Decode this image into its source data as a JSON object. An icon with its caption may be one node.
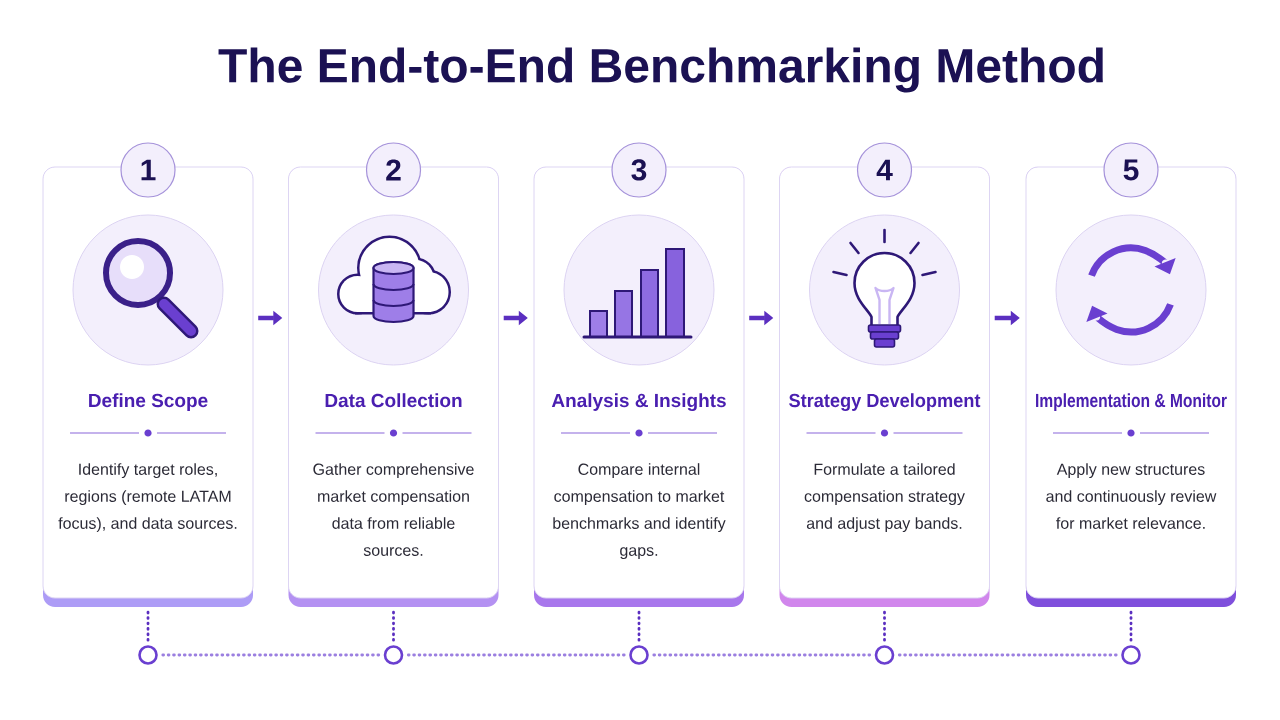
{
  "diagram": {
    "title": "The End-to-End Benchmarking Method",
    "nodes": [
      {
        "text": [
          "Define Scope",
          "Identify target roles, regions (remote LATAM focus), and data sources."
        ]
      },
      {
        "text": [
          "Data Collection",
          "Gather comprehensive market compensation data from reliable sources."
        ]
      },
      {
        "text": [
          "Analysis & Insights",
          "Compare internal compensation to market benchmarks and identify gaps."
        ]
      },
      {
        "text": [
          "Strategy Development",
          "Formulate a tailored compensation strategy and adjust pay bands."
        ]
      },
      {
        "text": [
          "Implementation & Monitor",
          "Apply new structures and continuously review for market relevance."
        ]
      },
      {
        "text": [
          "1"
        ]
      },
      {
        "text": [
          "2"
        ]
      },
      {
        "text": [
          "3"
        ]
      },
      {
        "text": [
          "4"
        ]
      },
      {
        "text": [
          "5"
        ]
      },
      {
        "text": [],
        "shape": "circle"
      },
      {
        "text": [],
        "shape": "circle"
      },
      {
        "text": [],
        "shape": "circle"
      },
      {
        "text": [],
        "shape": "circle"
      },
      {
        "text": [],
        "shape": "circle"
      }
    ],
    "edges": [
      {
        "from": 0,
        "to": 1,
        "arrow": "to"
      },
      {
        "from": 1,
        "to": 2,
        "arrow": "to"
      },
      {
        "from": 2,
        "to": 3,
        "arrow": "to"
      },
      {
        "from": 3,
        "to": 4,
        "arrow": "to"
      },
      {
        "from": 0,
        "to": 10,
        "arrow": "none",
        "style": "dashed"
      },
      {
        "from": 1,
        "to": 11,
        "arrow": "none",
        "style": "dashed"
      },
      {
        "from": 2,
        "to": 12,
        "arrow": "none",
        "style": "dashed"
      },
      {
        "from": 3,
        "to": 13,
        "arrow": "none",
        "style": "dashed"
      },
      {
        "from": 4,
        "to": 14,
        "arrow": "none",
        "style": "dashed"
      },
      {
        "from": 10,
        "to": 11,
        "arrow": "none",
        "style": "dashed",
        "color": "#9b7fe0"
      },
      {
        "from": 11,
        "to": 12,
        "arrow": "none",
        "style": "dashed",
        "color": "#9b7fe0"
      },
      {
        "from": 12,
        "to": 13,
        "arrow": "none",
        "style": "dashed",
        "color": "#9b7fe0"
      },
      {
        "from": 13,
        "to": 14,
        "arrow": "none",
        "style": "dashed",
        "color": "#9b7fe0"
      }
    ]
  }
}
